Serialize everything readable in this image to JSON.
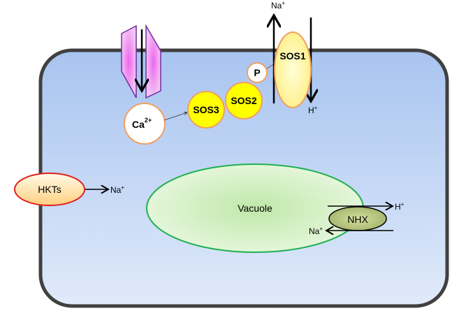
{
  "labels": {
    "ca": "Ca",
    "ca_sup": "2+",
    "sos3": "SOS3",
    "sos2": "SOS2",
    "sos1": "SOS1",
    "p": "P",
    "hkts": "HKTs",
    "vacuole": "Vacuole",
    "nhx": "NHX",
    "na": "Na",
    "h": "H",
    "plus": "+"
  },
  "colors": {
    "membrane": "#404040",
    "cytoplasm_top": "#a8c4f0",
    "cytoplasm_bottom": "#dfe9f9",
    "sos_yellow": "#ffff00",
    "orange_border": "#f0a060",
    "vacuole_border": "#1fb050",
    "hkt_border": "#e02020",
    "channel": "#ee99ee"
  }
}
